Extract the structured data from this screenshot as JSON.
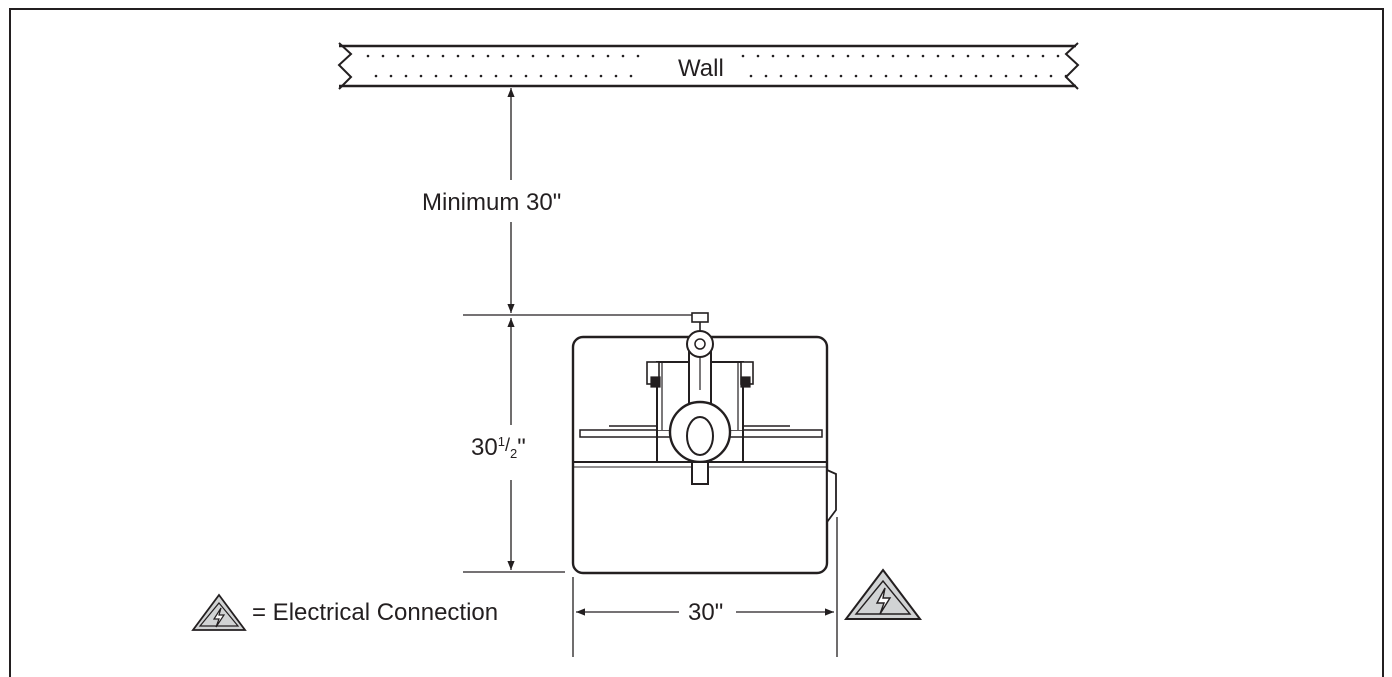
{
  "wall": {
    "label": "Wall"
  },
  "dimensions": {
    "clearance": "Minimum 30\"",
    "depth_whole": "30",
    "depth_frac_num": "1",
    "depth_frac_den": "2",
    "depth_unit": "\"",
    "width": "30\""
  },
  "legend": {
    "text": "= Electrical Connection",
    "icon": "electrical-hazard-icon"
  },
  "colors": {
    "ink": "#231f20",
    "fill": "#d1d3d4",
    "background": "#ffffff"
  }
}
